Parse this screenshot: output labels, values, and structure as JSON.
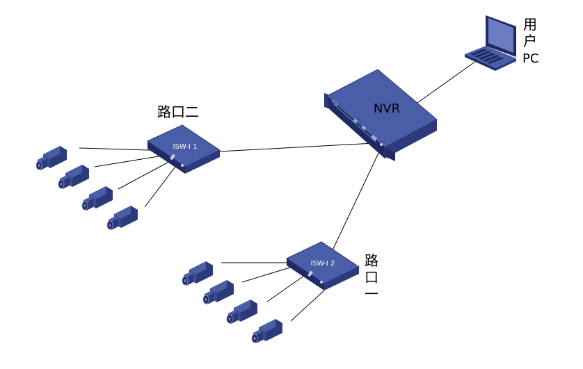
{
  "nvr": {
    "label": "NVR"
  },
  "user_pc": {
    "label_lines": [
      "用",
      "户",
      "PC"
    ]
  },
  "switch_1": {
    "label": "ISW-I  1",
    "group_label": "路口二"
  },
  "switch_2": {
    "label": "ISW-I  2",
    "group_label_lines": [
      "路",
      "口",
      "一"
    ]
  },
  "colors": {
    "device_top": "#4a5ea8",
    "device_side": "#2c3a7c",
    "device_front": "#1f2a62",
    "camera_lens": "#1a2350",
    "line": "#000000",
    "background": "#ffffff"
  },
  "icons": [
    "nvr-recorder-icon",
    "laptop-icon",
    "network-switch-icon",
    "ip-camera-icon"
  ]
}
